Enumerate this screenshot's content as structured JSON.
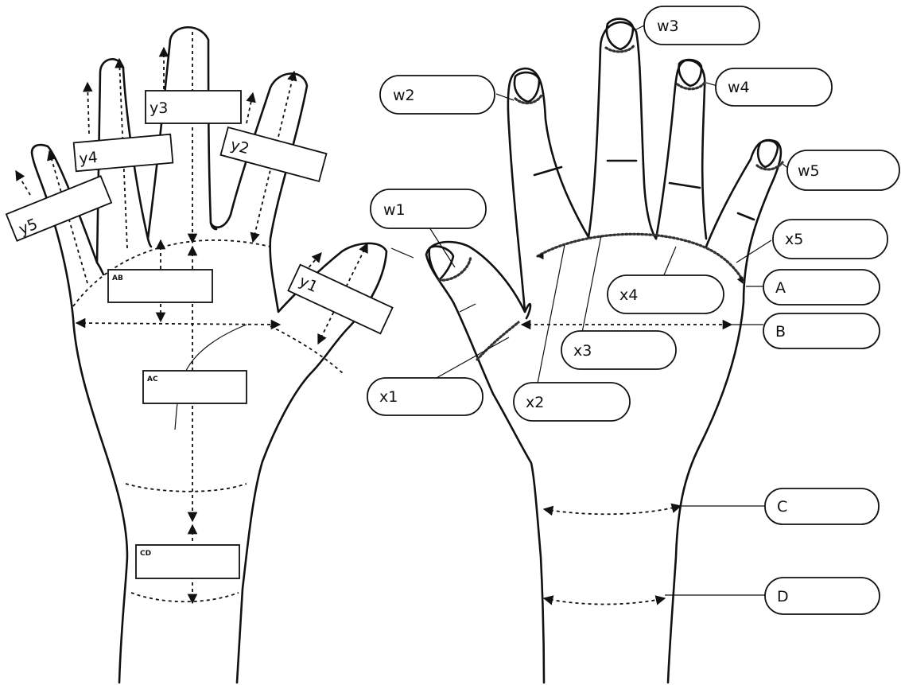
{
  "palm_side": {
    "finger_boxes": [
      {
        "id": "y1",
        "label": "y1"
      },
      {
        "id": "y2",
        "label": "y2"
      },
      {
        "id": "y3",
        "label": "y3"
      },
      {
        "id": "y4",
        "label": "y4"
      },
      {
        "id": "y5",
        "label": "y5"
      }
    ],
    "region_boxes": [
      {
        "id": "AB",
        "label": "AB"
      },
      {
        "id": "AC",
        "label": "AC"
      },
      {
        "id": "CD",
        "label": "CD"
      }
    ]
  },
  "back_side": {
    "nail_labels": [
      {
        "id": "w1",
        "label": "w1"
      },
      {
        "id": "w2",
        "label": "w2"
      },
      {
        "id": "w3",
        "label": "w3"
      },
      {
        "id": "w4",
        "label": "w4"
      },
      {
        "id": "w5",
        "label": "w5"
      }
    ],
    "knuckle_labels": [
      {
        "id": "x1",
        "label": "x1"
      },
      {
        "id": "x2",
        "label": "x2"
      },
      {
        "id": "x3",
        "label": "x3"
      },
      {
        "id": "x4",
        "label": "x4"
      },
      {
        "id": "x5",
        "label": "x5"
      }
    ],
    "circumference_labels": [
      {
        "id": "A",
        "label": "A"
      },
      {
        "id": "B",
        "label": "B"
      },
      {
        "id": "C",
        "label": "C"
      },
      {
        "id": "D",
        "label": "D"
      }
    ]
  }
}
